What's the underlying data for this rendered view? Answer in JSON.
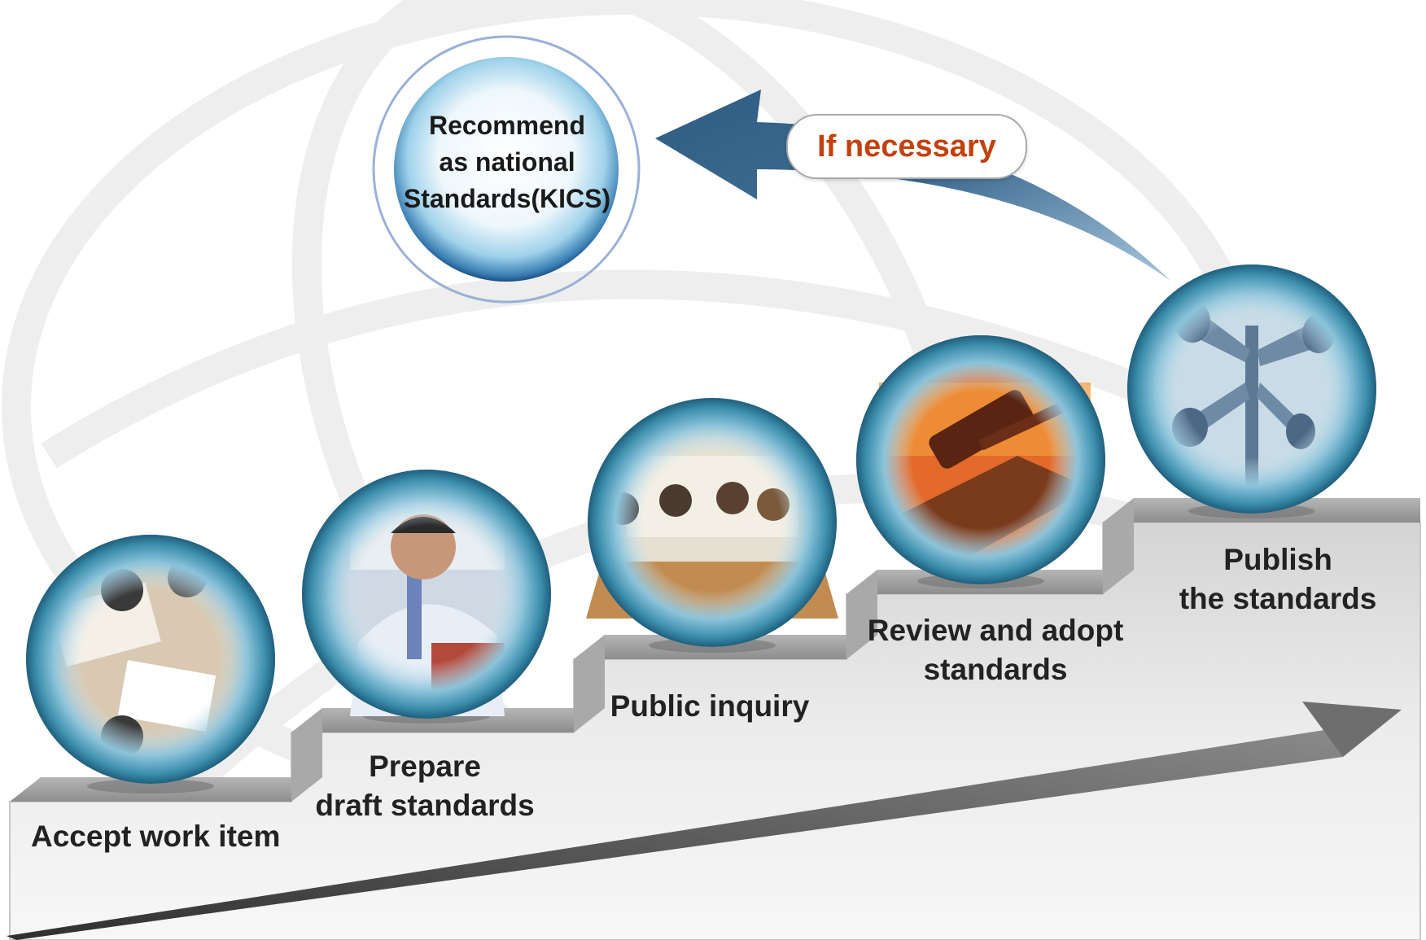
{
  "steps": [
    {
      "label_lines": [
        "Accept work item"
      ],
      "icon": "document-review-icon"
    },
    {
      "label_lines": [
        "Prepare",
        "draft standards"
      ],
      "icon": "writing-man-icon"
    },
    {
      "label_lines": [
        "Public inquiry"
      ],
      "icon": "meeting-icon"
    },
    {
      "label_lines": [
        "Review and adopt",
        "standards"
      ],
      "icon": "gavel-icon"
    },
    {
      "label_lines": [
        "Publish",
        "the standards"
      ],
      "icon": "loudspeaker-icon"
    }
  ],
  "recommend": {
    "lines": [
      "Recommend",
      "as national",
      "Standards(KICS)"
    ]
  },
  "loop_label": "If necessary",
  "colors": {
    "arrow": "#3f6c91",
    "step_face": "#e9e9e9",
    "step_top": "#9a9a9a",
    "accent_text": "#c2410c",
    "sphere": "#3d8fae"
  }
}
